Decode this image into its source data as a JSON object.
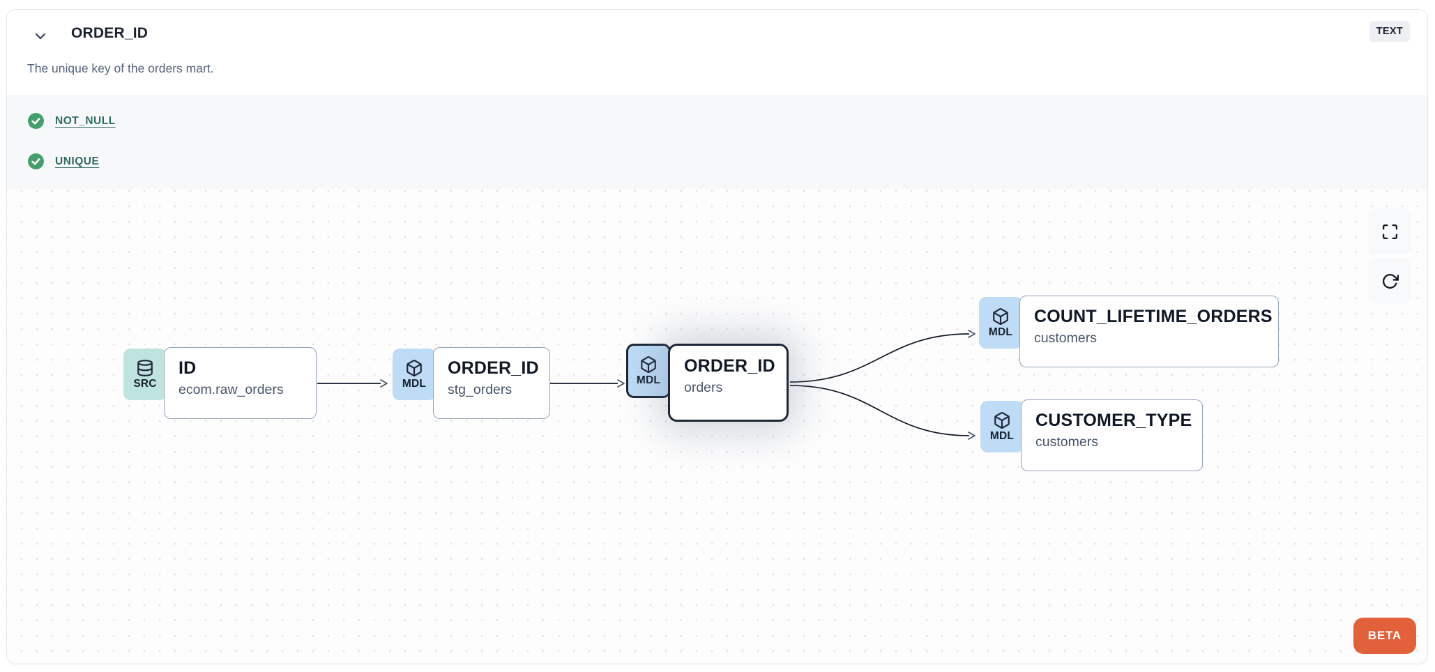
{
  "header": {
    "title": "ORDER_ID",
    "description": "The unique key of the orders mart.",
    "type_badge": "TEXT"
  },
  "tests": {
    "items": [
      {
        "label": "NOT_NULL",
        "status": "pass"
      },
      {
        "label": "UNIQUE",
        "status": "pass"
      }
    ]
  },
  "lineage": {
    "nodes": [
      {
        "badge": "SRC",
        "icon": "database-icon",
        "name": "ID",
        "subtitle": "ecom.raw_orders",
        "selected": false
      },
      {
        "badge": "MDL",
        "icon": "cube-icon",
        "name": "ORDER_ID",
        "subtitle": "stg_orders",
        "selected": false
      },
      {
        "badge": "MDL",
        "icon": "cube-icon",
        "name": "ORDER_ID",
        "subtitle": "orders",
        "selected": true
      },
      {
        "badge": "MDL",
        "icon": "cube-icon",
        "name": "COUNT_LIFETIME_ORDERS",
        "subtitle": "customers",
        "selected": false
      },
      {
        "badge": "MDL",
        "icon": "cube-icon",
        "name": "CUSTOMER_TYPE",
        "subtitle": "customers",
        "selected": false
      }
    ],
    "edges": [
      {
        "from": 0,
        "to": 1
      },
      {
        "from": 1,
        "to": 2
      },
      {
        "from": 2,
        "to": 3
      },
      {
        "from": 2,
        "to": 4
      }
    ],
    "beta_label": "BETA"
  },
  "colors": {
    "src_badge_bg": "#bfe3de",
    "mdl_badge_bg": "#bedcf6",
    "selected_border": "#1e2638",
    "node_border": "#94a3b8",
    "test_pass_green": "#43a06c",
    "test_link_teal": "#2e6b64",
    "beta_orange": "#e2613b",
    "tests_band_bg": "#f7f8fa"
  }
}
